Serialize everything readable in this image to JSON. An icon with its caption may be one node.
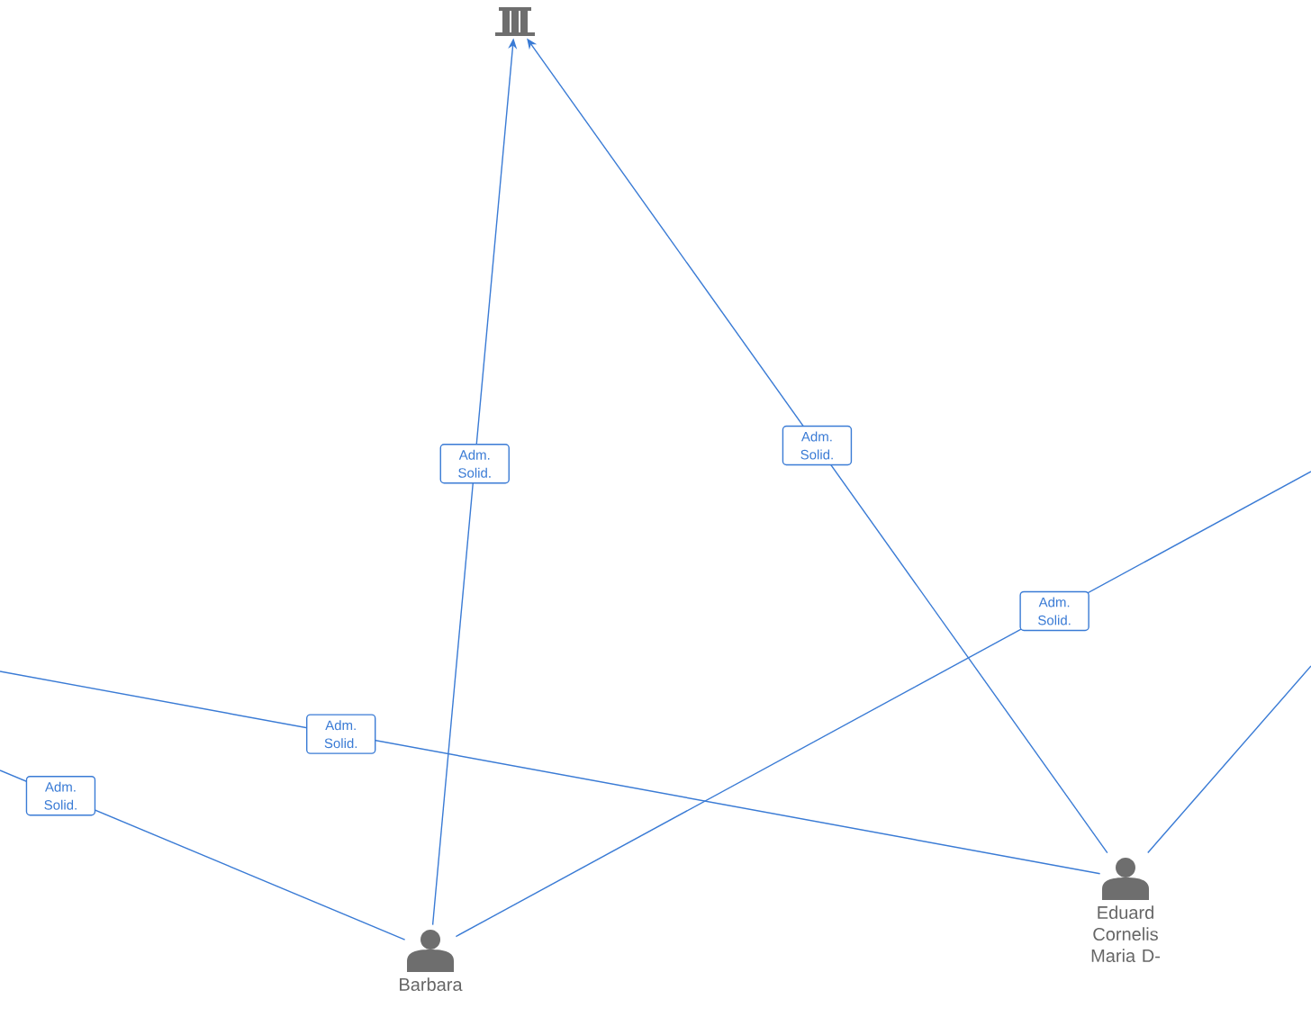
{
  "diagram": {
    "nodes": [
      {
        "text": [],
        "shape": "picture"
      },
      {
        "text": [
          "Barbara"
        ]
      },
      {
        "text": [
          "Eduard Cornelis Maria D-"
        ]
      }
    ],
    "edges": [
      {
        "from": 1,
        "to": 0,
        "arrow": "to",
        "label": "Adm. Solid."
      },
      {
        "from": 2,
        "to": 0,
        "arrow": "to",
        "label": "Adm. Solid."
      },
      {
        "from": 1,
        "to": null,
        "arrow": "none",
        "label": "Adm. Solid."
      },
      {
        "from": 2,
        "to": null,
        "arrow": "none",
        "label": "Adm. Solid."
      },
      {
        "from": 1,
        "to": null,
        "arrow": "none",
        "label": "Adm. Solid."
      },
      {
        "from": 2,
        "to": null,
        "arrow": "none"
      }
    ]
  }
}
